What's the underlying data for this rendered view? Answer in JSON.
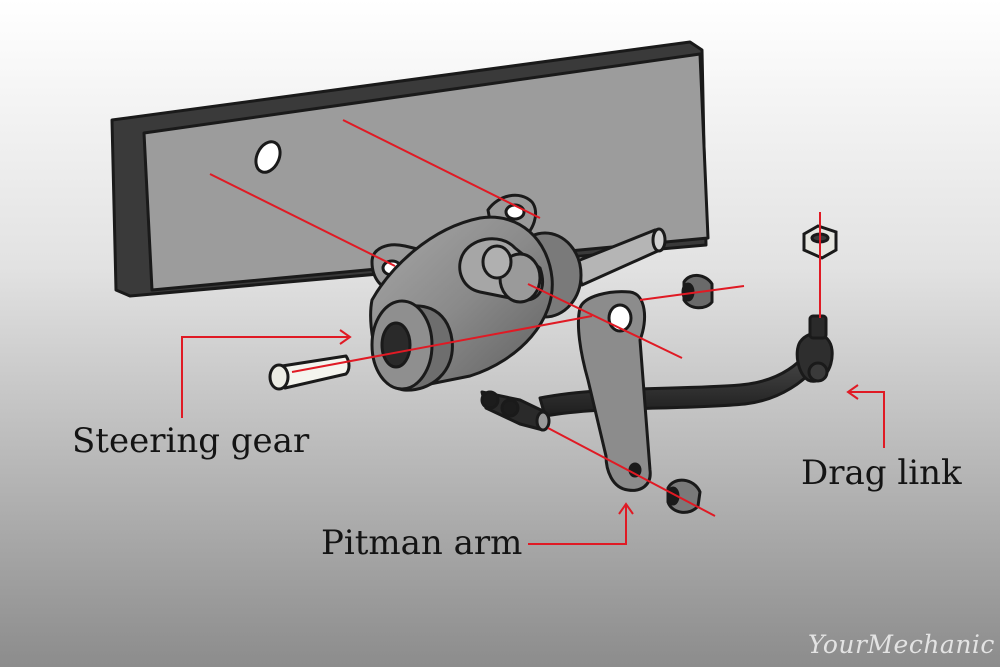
{
  "diagram": {
    "labels": {
      "steering_gear": "Steering gear",
      "drag_link": "Drag link",
      "pitman_arm": "Pitman arm"
    },
    "watermark": "YourMechanic",
    "colors": {
      "background_top": "#ffffff",
      "background_bottom": "#8f8f8f",
      "callout": "#e01a24",
      "outline": "#1a1a1a",
      "frame": "#9a9a9a",
      "metal": "#8a8a8a",
      "dark_rod": "#2c2c2c"
    }
  }
}
